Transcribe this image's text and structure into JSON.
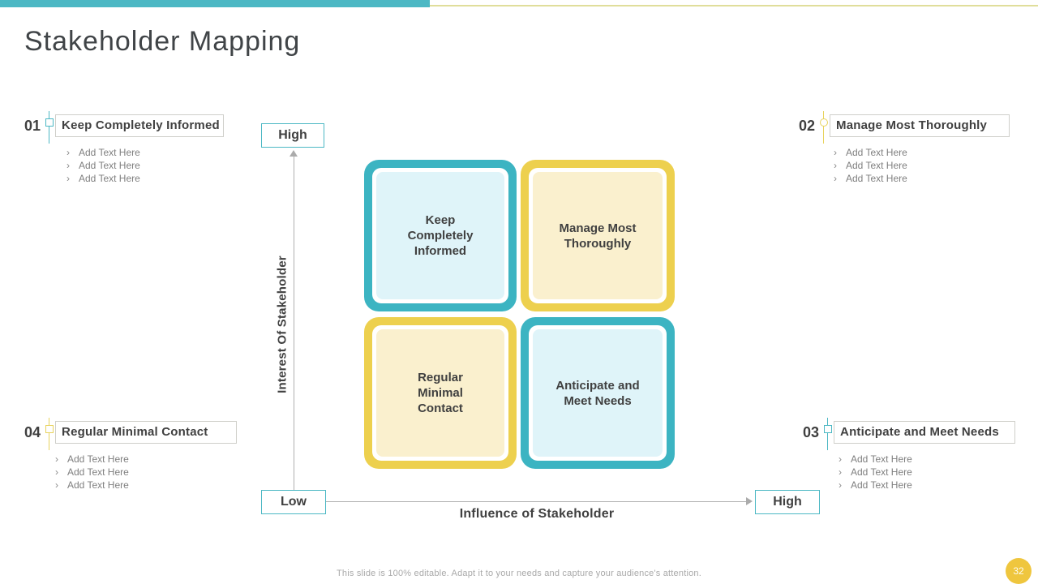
{
  "slide": {
    "title": "Stakeholder Mapping",
    "footer": "This slide is 100% editable. Adapt it to your needs and capture your audience's attention.",
    "page_number": "32"
  },
  "glyphs": {
    "bullet": "›"
  },
  "colors": {
    "teal": "#3CB4C2",
    "teal_light": "#DFF4F9",
    "yellow": "#EDD04E",
    "yellow_light": "#FAF0CE",
    "topbar_teal": "#4CB8C4",
    "topbar_yellow": "#E0DE9B",
    "badge_yellow": "#EFC63E",
    "text_dark": "#404040",
    "text_gray": "#7F7F7F",
    "axis_gray": "#B0B0B0"
  },
  "callouts": [
    {
      "number": "01",
      "label": "Keep Completely Informed",
      "accent": "teal",
      "marker": "square",
      "bullets": [
        "Add Text Here",
        "Add Text Here",
        "Add Text Here"
      ]
    },
    {
      "number": "02",
      "label": "Manage Most Thoroughly",
      "accent": "yellow",
      "marker": "circle",
      "bullets": [
        "Add Text Here",
        "Add Text Here",
        "Add Text Here"
      ]
    },
    {
      "number": "03",
      "label": "Anticipate and Meet Needs",
      "accent": "teal",
      "marker": "square",
      "bullets": [
        "Add Text Here",
        "Add Text Here",
        "Add Text Here"
      ]
    },
    {
      "number": "04",
      "label": "Regular Minimal Contact",
      "accent": "yellow",
      "marker": "square",
      "bullets": [
        "Add Text Here",
        "Add Text Here",
        "Add Text Here"
      ]
    }
  ],
  "matrix": {
    "quadrants": [
      {
        "label": "Keep Completely Informed",
        "scheme": "teal",
        "position": "top-left"
      },
      {
        "label": "Manage Most Thoroughly",
        "scheme": "yellow",
        "position": "top-right"
      },
      {
        "label": "Regular Minimal Contact",
        "scheme": "yellow",
        "position": "bottom-left"
      },
      {
        "label": "Anticipate and Meet Needs",
        "scheme": "teal",
        "position": "bottom-right"
      }
    ]
  },
  "axes": {
    "y_label": "Interest Of Stakeholder",
    "x_label": "Influence of Stakeholder",
    "y_high": "High",
    "x_low": "Low",
    "x_high": "High"
  }
}
